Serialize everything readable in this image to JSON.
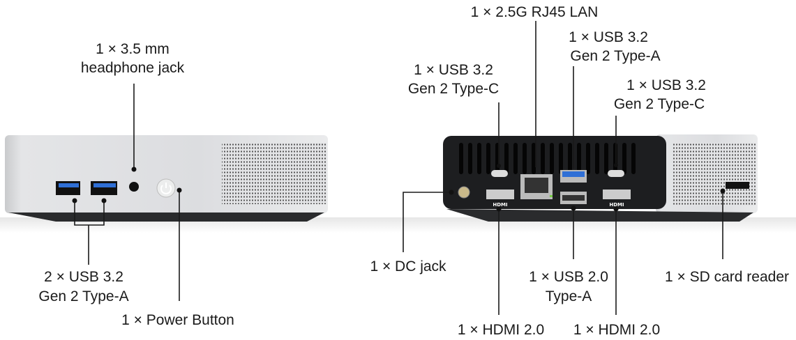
{
  "front_labels": {
    "headphone_line1": "1 × 3.5 mm",
    "headphone_line2": "headphone jack",
    "usb_a_line1": "2 × USB 3.2",
    "usb_a_line2": "Gen 2 Type-A",
    "power": "1 × Power Button"
  },
  "rear_labels": {
    "lan": "1 × 2.5G RJ45 LAN",
    "usb_a_line1": "1 × USB 3.2",
    "usb_a_line2": "Gen 2 Type-A",
    "usb_c_left_line1": "1 × USB 3.2",
    "usb_c_left_line2": "Gen 2 Type-C",
    "usb_c_right_line1": "1 × USB 3.2",
    "usb_c_right_line2": "Gen 2 Type-C",
    "dc": "1 × DC jack",
    "usb2_line1": "1 × USB 2.0",
    "usb2_line2": "Type-A",
    "sd": "1 × SD card reader",
    "hdmi_left": "1 × HDMI 2.0",
    "hdmi_right": "1 × HDMI 2.0"
  },
  "port_marks": {
    "hdmi": "HDMI"
  },
  "colors": {
    "usb3_blue": "#2f6fd6",
    "body_silver": "#d9dadc",
    "panel_dark": "#1d1e20"
  }
}
